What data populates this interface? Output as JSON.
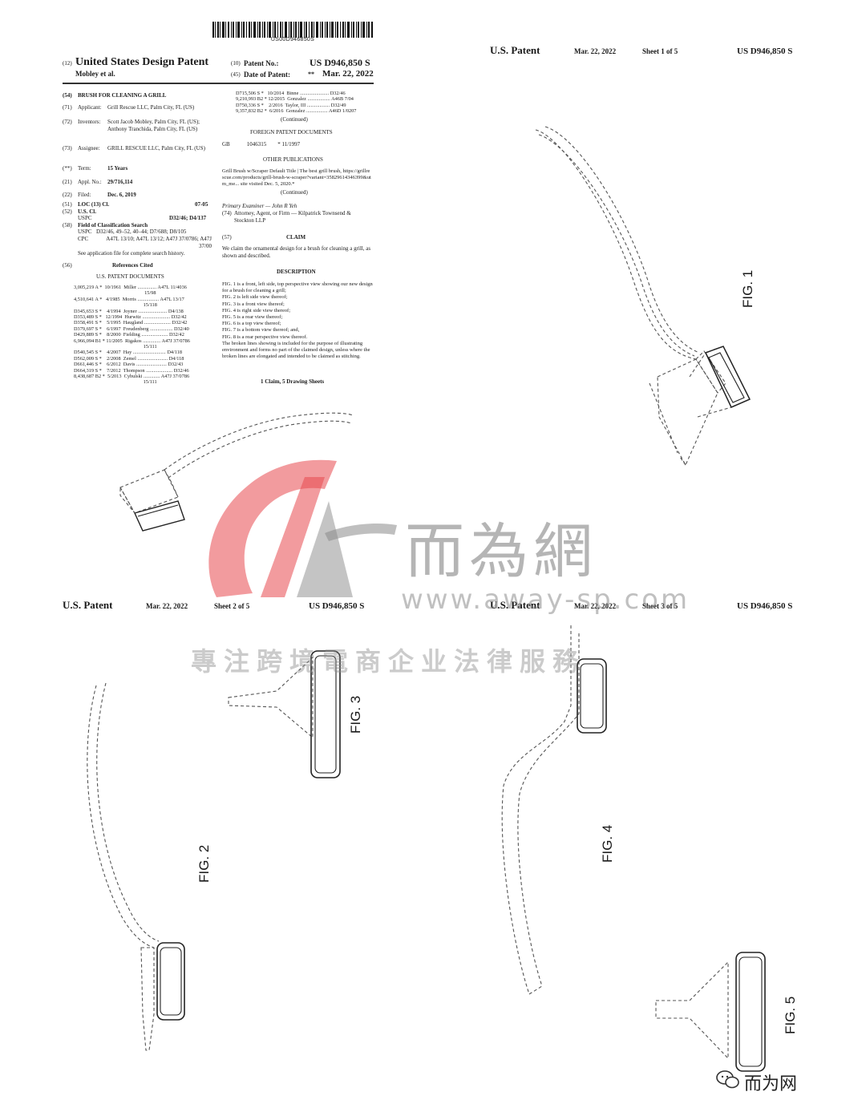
{
  "front_page": {
    "barcode_text": "US00D946850S",
    "kind_code": "(12)",
    "patent_type": "United States Design Patent",
    "inventor_short": "Mobley et al.",
    "patent_no_code": "(10)",
    "patent_no_label": "Patent No.:",
    "patent_no": "US D946,850 S",
    "date_code": "(45)",
    "date_label": "Date of Patent:",
    "date_marks": "**",
    "date": "Mar. 22, 2022",
    "left_fields": [
      {
        "code": "(54)",
        "label": "BRUSH FOR CLEANING A GRILL",
        "value": ""
      },
      {
        "code": "(71)",
        "label": "Applicant:",
        "value": "Grill Rescue LLC, Palm City, FL (US)"
      },
      {
        "code": "(72)",
        "label": "Inventors:",
        "value": "Scott Jacob Mobley, Palm City, FL (US); Anthony Tranchida, Palm City, FL (US)"
      },
      {
        "code": "(73)",
        "label": "Assignee:",
        "value": "GRILL RESCUE LLC, Palm City, FL (US)"
      },
      {
        "code": "(**)",
        "label": "Term:",
        "value": "15 Years"
      },
      {
        "code": "(21)",
        "label": "Appl. No.:",
        "value": "29/716,114"
      },
      {
        "code": "(22)",
        "label": "Filed:",
        "value": "Dec. 6, 2019"
      },
      {
        "code": "(51)",
        "label": "LOC (13) Cl.",
        "value": "07-05"
      },
      {
        "code": "(52)",
        "label": "U.S. Cl.",
        "value": ""
      },
      {
        "code": "",
        "label": "USPC",
        "value": "D32/46; D4/137"
      },
      {
        "code": "(58)",
        "label": "Field of Classification Search",
        "value": ""
      },
      {
        "code": "",
        "label": "USPC",
        "value": "D32/46, 49–52, 40–44; D7/688; D8/105"
      },
      {
        "code": "",
        "label": "CPC",
        "value": "A47L 13/10; A47L 13/12; A47J 37/0786; A47J 37/00"
      },
      {
        "code": "",
        "label": "",
        "value": "See application file for complete search history."
      }
    ],
    "refs_code": "(56)",
    "refs_title": "References Cited",
    "us_docs_title": "U.S. PATENT DOCUMENTS",
    "us_docs_left": [
      "3,005,219 A *  10/1961  Miller ............... A47L 11/4036",
      "                                                        15/98",
      "4,510,641 A *   4/1985  Morris ................. A47L 13/17",
      "                                                       15/118",
      "D345,653 S *    4/1994  Joyner ....................... D4/138",
      "D353,489 S *   12/1994  Hurwitz ...................... D32/42",
      "D358,491 S *    5/1995  Haugland ..................... D32/42",
      "D379,697 S *    6/1997  Freudenberg .................. D32/40",
      "D429,889 S *    8/2000  Fielding ..................... D32/42",
      "6,966,094 B1 * 11/2005  Rigakos .............. A47J 37/0786",
      "                                                       15/111",
      "D540,545 S *    4/2007  Hay .......................... D4/118",
      "D562,009 S *    2/2008  Zemel ........................ D4/118",
      "D661,446 S *    6/2012  Davis ........................ D32/43",
      "D664,319 S *    7/2012  Thompson ..................... D32/46",
      "8,438,687 B2 *  5/2013  Cybulski ............. A47J 37/0786",
      "                                                       15/111"
    ],
    "us_docs_right": [
      "D715,506 S *   10/2014  Binne ....................... D32/46",
      "9,210,993 B2 * 12/2015  Gonzalez .................. A46B 7/04",
      "D750,336 S *    2/2016  Taylor, III .................. D32/49",
      "9,357,832 B2 *  6/2016  Gonzalez ................. A46D 1/0207"
    ],
    "continued": "(Continued)",
    "foreign_title": "FOREIGN PATENT DOCUMENTS",
    "foreign_row": "GB            1046315        * 11/1997",
    "other_title": "OTHER PUBLICATIONS",
    "other_text": "Grill Brush w/Scraper Default Title | The best grill brush, https://grillrescue.com/products/grill-brush-w-scraper?variant=35829614346399&utm_me... site visited Dec. 5, 2020.*",
    "examiner_line": "Primary Examiner — John R Yeh",
    "attorney_code": "(74)",
    "attorney_line": "Attorney, Agent, or Firm — Kilpatrick Townsend & Stockton LLP",
    "claim_code": "(57)",
    "claim_title": "CLAIM",
    "claim_text": "We claim the ornamental design for a brush for cleaning a grill, as shown and described.",
    "description_title": "DESCRIPTION",
    "description_lines": [
      "FIG. 1 is a front, left side, top perspective view showing our new design for a brush for cleaning a grill;",
      "FIG. 2 is left side view thereof;",
      "FIG. 3 is a front view thereof;",
      "FIG. 4 is right side view thereof;",
      "FIG. 5 is a rear view thereof;",
      "FIG. 6 is a top view thereof;",
      "FIG. 7 is a bottom view thereof; and,",
      "FIG. 8 is a rear perspective view thereof.",
      "The broken lines showing is included for the purpose of illustrating environment and forms no part of the claimed design, unless where the broken lines are elongated and intended to be claimed as stitching."
    ],
    "claims_count": "1 Claim, 5 Drawing Sheets"
  },
  "sheets": [
    {
      "left": "U.S. Patent",
      "date": "Mar. 22, 2022",
      "sheet": "Sheet 1 of 5",
      "number": "US D946,850 S"
    },
    {
      "left": "U.S. Patent",
      "date": "Mar. 22, 2022",
      "sheet": "Sheet 2 of 5",
      "number": "US D946,850 S"
    },
    {
      "left": "U.S. Patent",
      "date": "Mar. 22, 2022",
      "sheet": "Sheet 3 of 5",
      "number": "US D946,850 S"
    }
  ],
  "figures": {
    "fig1": "FIG. 1",
    "fig2": "FIG. 2",
    "fig3": "FIG. 3",
    "fig4": "FIG. 4",
    "fig5": "FIG. 5"
  },
  "watermark": {
    "brand_cn": "而為網",
    "url": "www.away-sp.com",
    "slogan": "專注跨境電商企业法律服務",
    "wechat_label": "而为网"
  },
  "colors": {
    "logo_red": "#e8484f",
    "logo_gray": "#8a8a8a"
  }
}
